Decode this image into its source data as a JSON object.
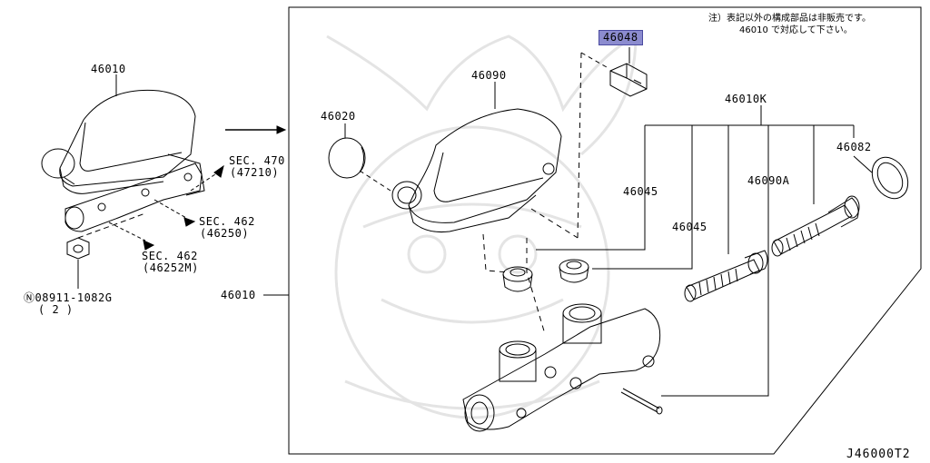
{
  "note": {
    "line1": "注）表記以外の構成部品は非販売です。",
    "line2": "46010 で対応して下さい。"
  },
  "highlight": {
    "color": "#8c8ccf"
  },
  "parts": {
    "p46010_top": "46010",
    "p46010_left": "46010",
    "p46010K": "46010K",
    "p46020": "46020",
    "p46048": "46048",
    "p46090": "46090",
    "p46090A": "46090A",
    "p46045_a": "46045",
    "p46045_b": "46045",
    "p46082": "46082",
    "nut_label": "Ⓝ08911-1082G",
    "nut_qty": "( 2 )"
  },
  "sections": {
    "s470_a": "SEC. 470",
    "s470_b": "(47210)",
    "s462_a": "SEC. 462",
    "s462_b": "(46250)",
    "s462m_a": "SEC. 462",
    "s462m_b": "(46252M)"
  },
  "figure_id": "J46000T2"
}
